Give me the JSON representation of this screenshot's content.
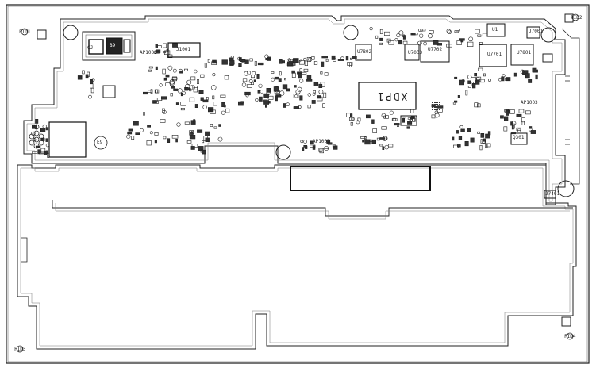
{
  "board": {
    "colors": {
      "line": "#222222",
      "fill": "#ffffff",
      "dense": "#333333",
      "light": "#9a9a9a"
    },
    "fiducials": [
      "FID1",
      "FID2",
      "FID3",
      "FID4"
    ],
    "labels": {
      "j_top_left": "CJ",
      "j_top_left_mark": "B9",
      "u_conn": "J1001",
      "big_ic": "XDP1",
      "u7702": "U7702",
      "u7701": "U7701",
      "u7801": "U7801",
      "u7802": "U7802",
      "u7003": "U7003",
      "u1": "U1",
      "j_right": "J7001",
      "flex_right": "J7401",
      "q_right": "Q301",
      "ic_mid": "U1501",
      "ap_left": "AP1001",
      "ap_mid": "AP1002",
      "ap_right": "AP1003",
      "round_mark": "E9"
    }
  }
}
